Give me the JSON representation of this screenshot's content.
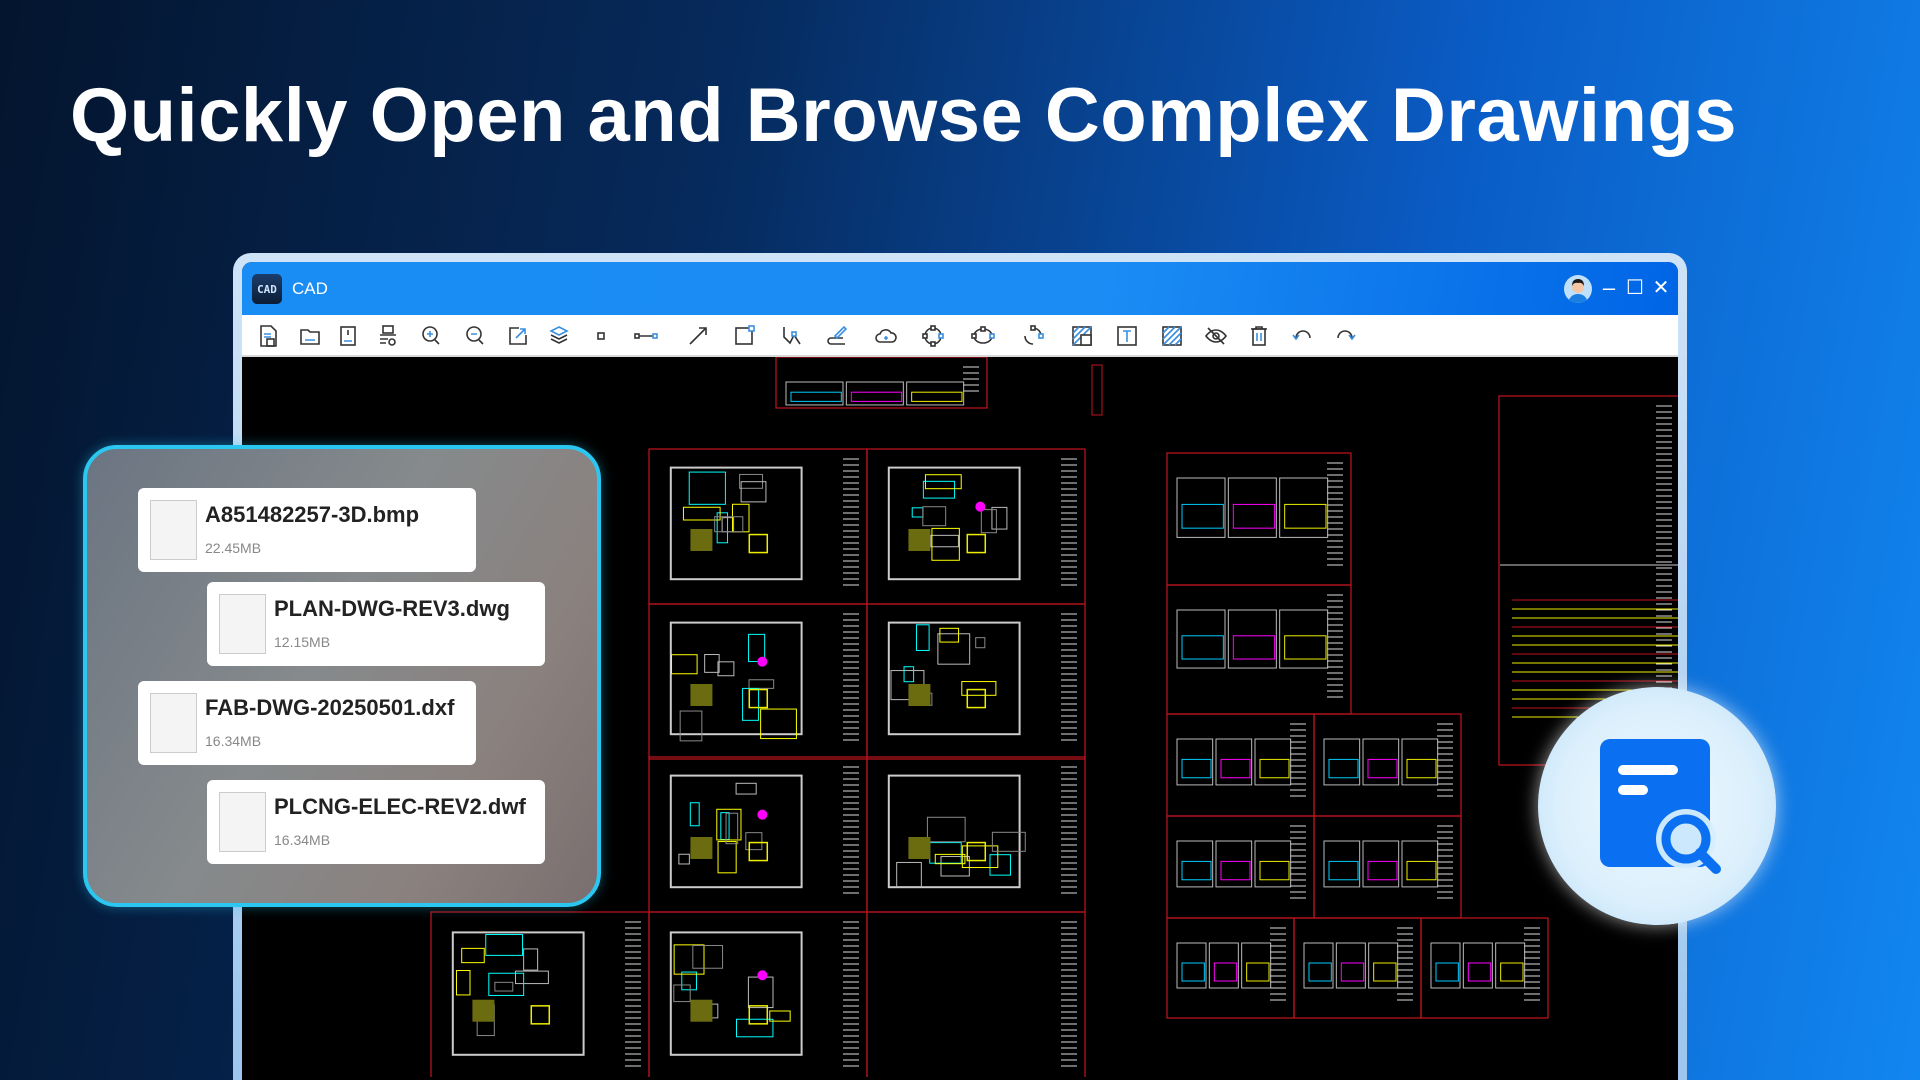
{
  "headline": "Quickly Open and Browse Complex Drawings",
  "window": {
    "logo_text": "CAD",
    "title": "CAD",
    "controls": {
      "minimize": "–",
      "maximize": "☐",
      "close": "✕"
    }
  },
  "toolbar": {
    "icons": [
      "new-file-icon",
      "open-folder-icon",
      "save-icon",
      "print-icon",
      "zoom-in-icon",
      "zoom-out-icon",
      "zoom-extents-icon",
      "layers-icon",
      "point-icon",
      "line-icon",
      "arrow-icon",
      "rectangle-icon",
      "polyline-icon",
      "sketch-icon",
      "cloud-icon",
      "circle-icon",
      "ellipse-icon",
      "arc-icon",
      "hatch-region-icon",
      "text-icon",
      "hatch-icon",
      "hide-icon",
      "delete-icon",
      "undo-icon",
      "redo-icon"
    ]
  },
  "files": [
    {
      "name": "A851482257-3D.bmp",
      "size": "22.45MB"
    },
    {
      "name": "PLAN-DWG-REV3.dwg",
      "size": "12.15MB"
    },
    {
      "name": "FAB-DWG-20250501.dxf",
      "size": "16.34MB"
    },
    {
      "name": "PLCNG-ELEC-REV2.dwf",
      "size": "16.34MB"
    }
  ],
  "colors": {
    "accent": "#1a8df5",
    "panel_border": "#2cc7f0",
    "sheet_frame": "#c0141e"
  }
}
